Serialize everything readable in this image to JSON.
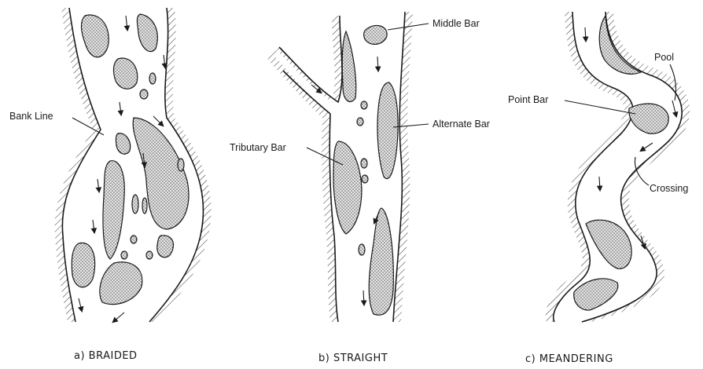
{
  "panels": [
    {
      "caption": "a) BRAIDED",
      "labels": [
        "Bank Line"
      ]
    },
    {
      "caption": "b) STRAIGHT",
      "labels": [
        "Middle Bar",
        "Alternate Bar",
        "Tributary Bar"
      ]
    },
    {
      "caption": "c) MEANDERING",
      "labels": [
        "Pool",
        "Point Bar",
        "Crossing"
      ]
    }
  ]
}
